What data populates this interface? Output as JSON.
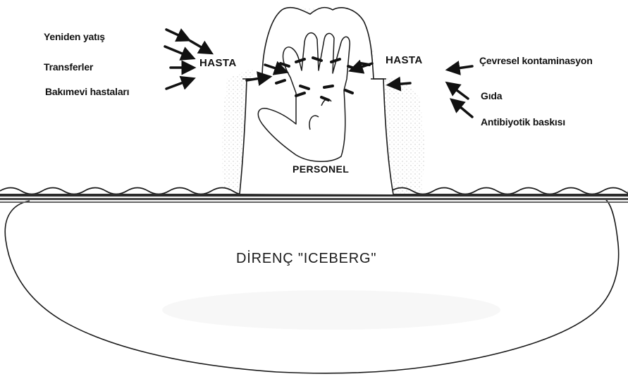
{
  "diagram": {
    "left_sources": [
      "Yeniden yatış",
      "Transferler",
      "Bakımevi hastaları"
    ],
    "right_sources": [
      "Çevresel kontaminasyon",
      "Gıda",
      "Antibiyotik baskısı"
    ],
    "patient_left": "HASTA",
    "patient_right": "HASTA",
    "staff": "PERSONEL",
    "iceberg": "DİRENÇ \"ICEBERG\""
  }
}
